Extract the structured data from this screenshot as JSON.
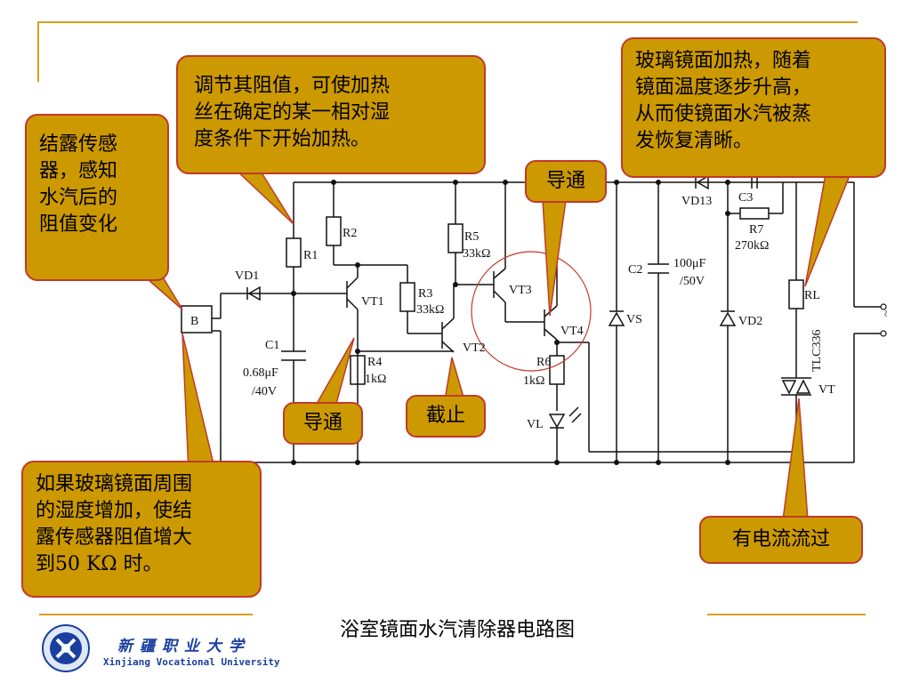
{
  "slide": {
    "caption": "浴室镜面水汽清除器电路图"
  },
  "callouts": {
    "sensor": "结露传感\n器，感知\n水汽后的\n阻值变化",
    "adjust": "调节其阻值，可使加热\n丝在确定的某一相对湿\n度条件下开始加热。",
    "mirror": "玻璃镜面加热，随着\n镜面温度逐步升高，\n从而使镜面水汽被蒸\n发恢复清晰。",
    "humidity": "如果玻璃镜面周围\n的湿度增加，使结\n露传感器阻值增大\n到50  KΩ 时。"
  },
  "tags": {
    "conduct_top": "导通",
    "conduct_bottom": "导通",
    "cutoff": "截止",
    "current": "有电流流过"
  },
  "labels": {
    "b": "B",
    "vd1": "VD1",
    "r1": "R1",
    "r2": "R2",
    "c1": "C1",
    "c1_val": "0.68μF",
    "c1_volt": "/40V",
    "vt1": "VT1",
    "r4": "R4",
    "r4_val": "1kΩ",
    "r3": "R3",
    "r3_val": "33kΩ",
    "vt2": "VT2",
    "r5": "R5",
    "r5_val": "33kΩ",
    "vt3": "VT3",
    "vt4": "VT4",
    "r6": "R6",
    "r6_val": "1kΩ",
    "vl": "VL",
    "vs": "VS",
    "c2": "C2",
    "c2_val": "100μF",
    "c2_volt": "/50V",
    "vd13": "VD13",
    "c3": "C3",
    "r7": "R7",
    "r7_val": "270kΩ",
    "vd2": "VD2",
    "rl": "RL",
    "tlc": "TLC336",
    "vt": "VT",
    "ac": "~"
  },
  "logo": {
    "cn": "新疆职业大学",
    "en": "Xinjiang Vocational University"
  },
  "colors": {
    "callout_fill": "#cc9900",
    "callout_border": "#c0392b",
    "frame_line": "#d8a020",
    "logo_blue": "#1a3fa0"
  }
}
